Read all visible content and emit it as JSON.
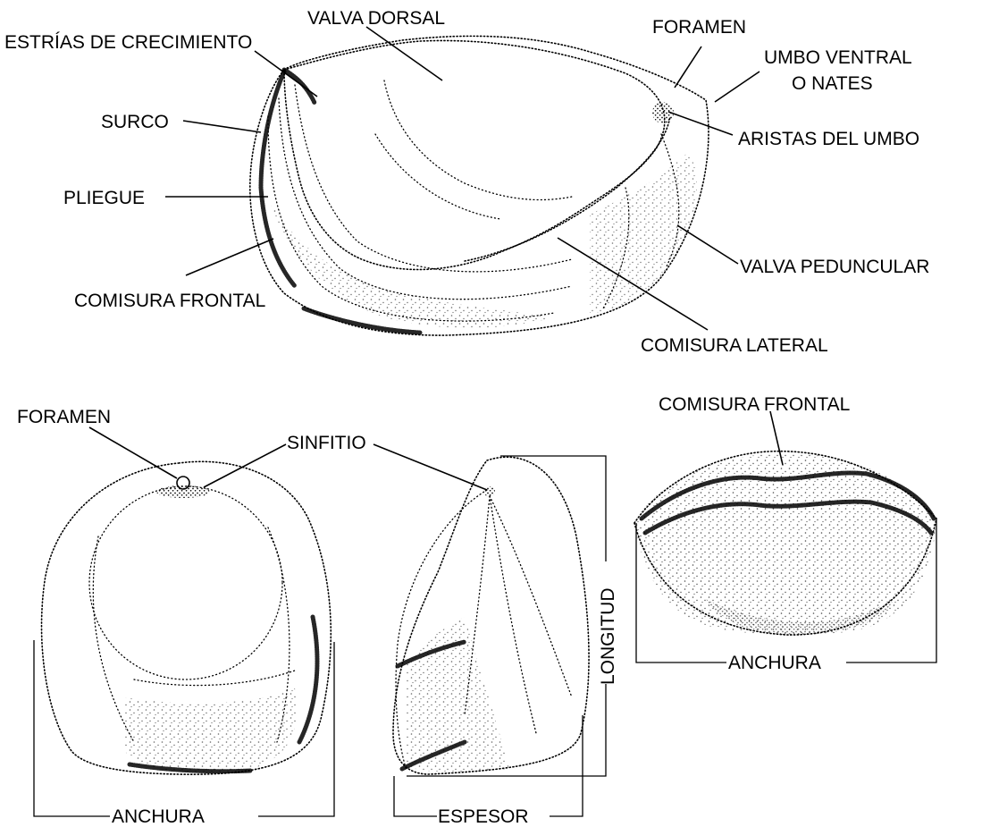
{
  "figure": {
    "top_view_labels": {
      "valva_dorsal": "VALVA DORSAL",
      "estrias": "ESTRÍAS DE CRECIMIENTO",
      "foramen": "FORAMEN",
      "umbo_ventral_1": "UMBO VENTRAL",
      "umbo_ventral_2": "O NATES",
      "surco": "SURCO",
      "aristas": "ARISTAS DEL UMBO",
      "pliegue": "PLIEGUE",
      "valva_peduncular": "VALVA PEDUNCULAR",
      "comisura_frontal": "COMISURA FRONTAL",
      "comisura_lateral": "COMISURA LATERAL"
    },
    "dorsal_view_labels": {
      "foramen": "FORAMEN",
      "sinfitio": "SINFITIO",
      "anchura": "ANCHURA"
    },
    "lateral_view_labels": {
      "longitud": "LONGITUD",
      "espesor": "ESPESOR"
    },
    "frontal_view_labels": {
      "comisura_frontal": "COMISURA FRONTAL",
      "anchura": "ANCHURA"
    }
  }
}
